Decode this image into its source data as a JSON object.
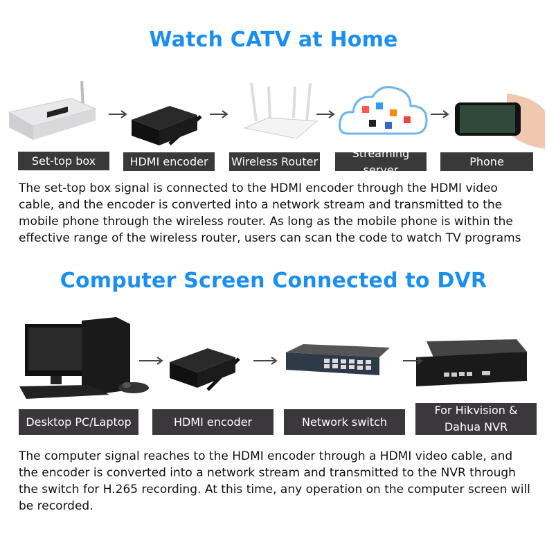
{
  "section1": {
    "title": "Watch CATV at Home",
    "labels": [
      "Set-top box",
      "HDMI encoder",
      "Wireless Router",
      "Streaming server",
      "Phone"
    ],
    "description": "The set-top box signal is connected to the HDMI encoder through the HDMI video cable, and the encoder is converted into a network stream and transmitted to the mobile phone through the wireless router. As long as the mobile phone is within the effective range of the wireless router, users can scan the code to watch TV programs"
  },
  "section2": {
    "title": "Computer Screen Connected to DVR",
    "labels": [
      "Desktop PC/Laptop",
      "HDMI encoder",
      "Network switch",
      "For Hikvision & Dahua NVR"
    ],
    "description": "The computer signal reaches to the HDMI encoder through a HDMI video cable, and the encoder is converted into a network stream and transmitted to the NVR through the switch for H.265 recording. At this time, any operation on the computer screen will be recorded."
  },
  "colors": {
    "title": "#1a8ff0",
    "label_bg": "#3b383b"
  }
}
